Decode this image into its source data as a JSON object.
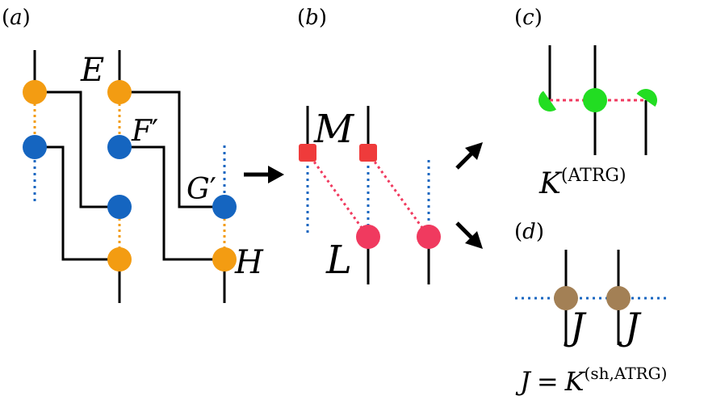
{
  "panels": {
    "a": {
      "label_open": "(",
      "label_letter": "a",
      "label_close": ")"
    },
    "b": {
      "label_open": "(",
      "label_letter": "b",
      "label_close": ")"
    },
    "c": {
      "label_open": "(",
      "label_letter": "c",
      "label_close": ")"
    },
    "d": {
      "label_open": "(",
      "label_letter": "d",
      "label_close": ")"
    }
  },
  "tensors": {
    "E": "E",
    "F": "F",
    "G": "G",
    "H": "H",
    "M": "M",
    "L": "L",
    "J1": "J",
    "J2": "J",
    "prime": "′"
  },
  "formulas": {
    "K_atrg_base": "K",
    "K_atrg_sup": "(ATRG)",
    "J_eq_lhs": "J",
    "J_eq_sign": "=",
    "J_eq_base": "K",
    "J_eq_sup": "(sh,ATRG)"
  },
  "colors": {
    "orange": "#f39c12",
    "blue": "#1565c0",
    "red": "#f03a5f",
    "red_square": "#ef3b3b",
    "green": "#22dd22",
    "brown": "#a38055",
    "black": "#000000"
  }
}
